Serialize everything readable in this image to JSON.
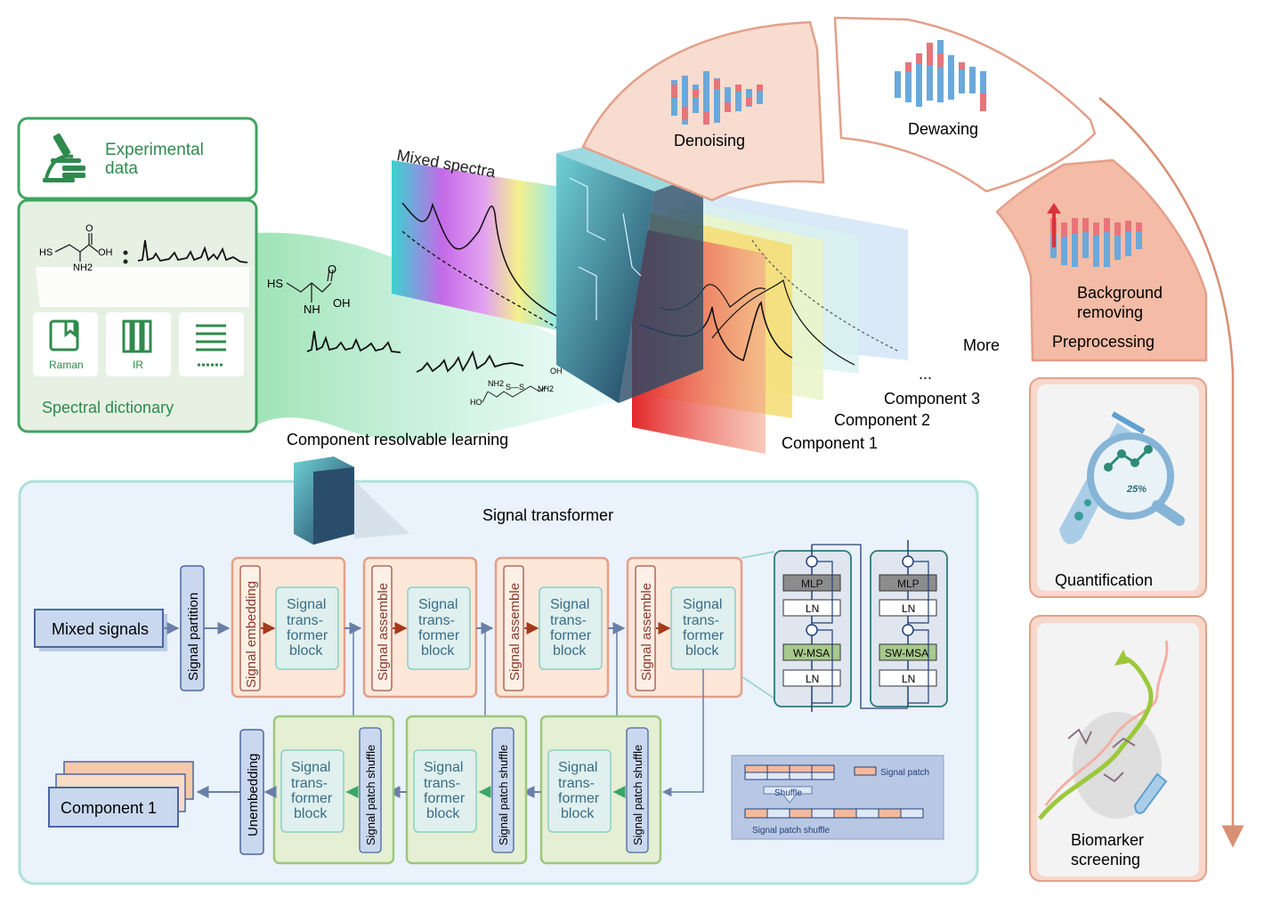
{
  "experimental": {
    "title": "Experimental data",
    "title_line1": "Experimental",
    "title_line2": "data",
    "dictionary_label": "Spectral dictionary",
    "entries": [
      {
        "label": "Raman",
        "icon": "book-icon"
      },
      {
        "label": "IR",
        "icon": "books-icon"
      },
      {
        "label": "",
        "icon": "stack-icon"
      }
    ],
    "molecule": {
      "hs": "HS",
      "oh": "OH",
      "nh2": "NH2",
      "o": "O"
    }
  },
  "center": {
    "mixed_spectra": "Mixed spectra",
    "crl_label": "Component resolvable learning",
    "components": [
      "Component 1",
      "Component 2",
      "Component 3",
      "...",
      "More"
    ],
    "molecule2": {
      "hs": "HS",
      "o": "O",
      "oh": "OH",
      "nh": "NH"
    },
    "molecule3": {
      "nh2a": "NH2",
      "oh": "OH",
      "ho": "HO",
      "nh2b": "NH2",
      "s": "S—S"
    }
  },
  "preprocessing": {
    "steps": [
      "Denoising",
      "Dewaxing",
      "Background removing"
    ],
    "step3_line1": "Background",
    "step3_line2": "removing",
    "label": "Preprocessing"
  },
  "applications": {
    "quantification": "Quantification",
    "quant_value": "25%",
    "biomarker_line1": "Biomarker",
    "biomarker_line2": "screening"
  },
  "transformer": {
    "title": "Signal transformer",
    "input": "Mixed signals",
    "partition": "Signal partition",
    "embedding": "Signal embedding",
    "assemble": "Signal assemble",
    "block": [
      "Signal",
      "trans-",
      "former",
      "block"
    ],
    "shuffle": "Signal patch shuffle",
    "unembedding": "Unembedding",
    "output": "Component 1",
    "wblock": {
      "mlp": "MLP",
      "ln": "LN",
      "msa": "W-MSA",
      "plus": "⊕"
    },
    "swblock": {
      "mlp": "MLP",
      "ln": "LN",
      "msa": "SW-MSA",
      "plus": "⊕"
    },
    "legend": {
      "patch": "Signal patch",
      "shuffle_btn": "Shuffle",
      "caption": "Signal patch shuffle"
    }
  },
  "colors": {
    "green": "#3fa45f",
    "salmon": "#f3b9a6",
    "blue_bg": "#eaf2fb",
    "teal": "#7fc4c0",
    "orange_box": "#fde7d8",
    "green_box": "#e4efd3"
  }
}
